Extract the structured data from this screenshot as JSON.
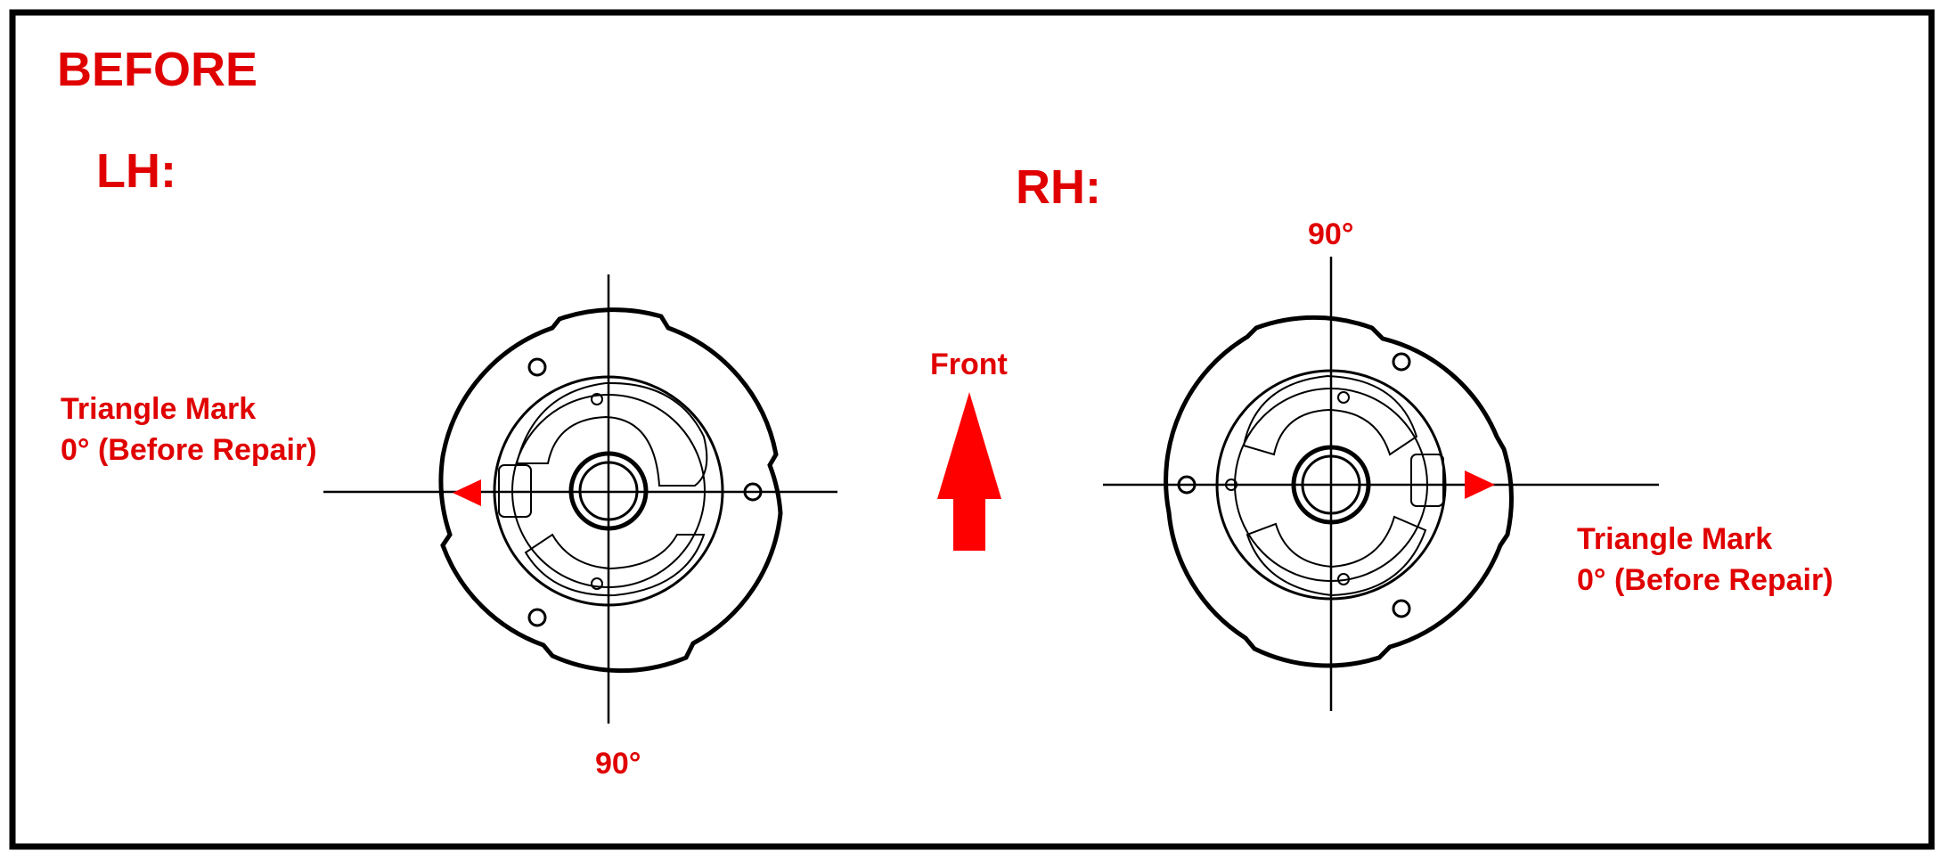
{
  "header": {
    "title": "BEFORE"
  },
  "left_pulley": {
    "side_label": "LH:",
    "angle_90_label": "90°",
    "mark_label_line1": "Triangle Mark",
    "mark_label_line2": "0° (Before Repair)"
  },
  "right_pulley": {
    "side_label": "RH:",
    "angle_90_label": "90°",
    "mark_label_line1": "Triangle Mark",
    "mark_label_line2": "0° (Before Repair)"
  },
  "direction": {
    "label": "Front"
  },
  "colors": {
    "label_red": "#e00000",
    "arrow_red": "#ff0000",
    "line_black": "#000000"
  }
}
